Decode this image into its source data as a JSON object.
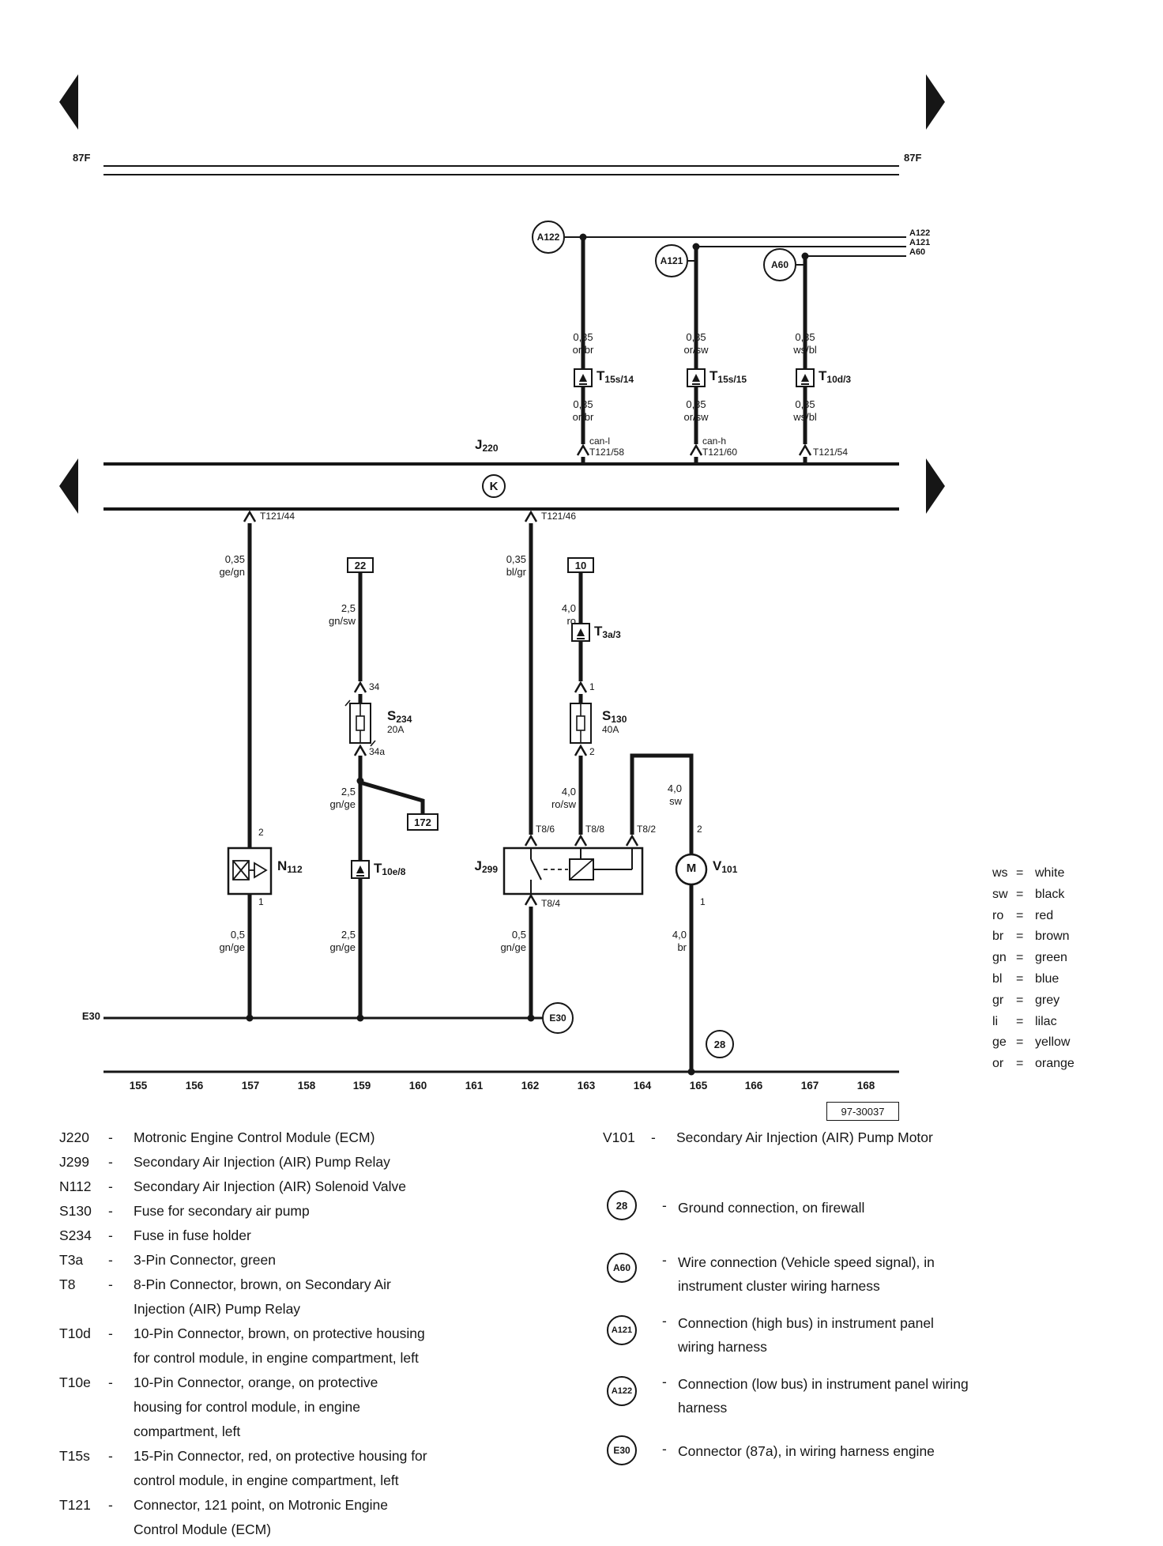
{
  "header": {
    "left_87f": "87F",
    "right_87f": "87F"
  },
  "can": {
    "circle_a122": "A122",
    "circle_a121": "A121",
    "circle_a60": "A60",
    "stack": [
      "A122",
      "A121",
      "A60"
    ],
    "w1_above": "0,35\nor/br",
    "w2_above": "0,35\nor/sw",
    "w3_above": "0,35\nws/bl",
    "conn1_main": "T",
    "conn1_sub": "15s/14",
    "conn2_main": "T",
    "conn2_sub": "15s/15",
    "conn3_main": "T",
    "conn3_sub": "10d/3",
    "w1_below": "0,35\nor/br",
    "w2_below": "0,35\nor/sw",
    "w3_below": "0,35\nws/bl",
    "pin1": "can-l\nT121/58",
    "pin2": "can-h\nT121/60",
    "pin3": "T121/54"
  },
  "ecm": {
    "j_main": "J",
    "j_sub": "220",
    "k": "K",
    "pin_left": "T121/44",
    "pin_right": "T121/46"
  },
  "n112": {
    "wire_top": "0,35\nge/gn",
    "pin_top": "2",
    "main": "N",
    "sub": "112",
    "pin_bottom": "1",
    "wire_bottom": "0,5\ngn/ge"
  },
  "s234": {
    "ref22": "22",
    "wire1": "2,5\ngn/sw",
    "pin34": "34",
    "main": "S",
    "sub": "234",
    "amp": "20A",
    "pin34a": "34a",
    "wire2": "2,5\ngn/ge",
    "ref172": "172",
    "conn_main": "T",
    "conn_sub": "10e/8",
    "wire3": "2,5\ngn/ge"
  },
  "relayctl": {
    "wire": "0,35\nbl/gr"
  },
  "s130": {
    "ref10": "10",
    "wire1": "4,0\nro",
    "conn_main": "T",
    "conn_sub": "3a/3",
    "pin1": "1",
    "main": "S",
    "sub": "130",
    "amp": "40A",
    "pin2": "2",
    "wire2": "4,0\nro/sw"
  },
  "relay": {
    "main": "J",
    "sub": "299",
    "t86": "T8/6",
    "t88": "T8/8",
    "t82": "T8/2",
    "t84": "T8/4",
    "wire_below": "0,5\ngn/ge"
  },
  "motor": {
    "wire_bridge": "4,0\nsw",
    "pin_top": "2",
    "main": "V",
    "sub": "101",
    "m": "M",
    "pin_bottom": "1",
    "wire_below": "4,0\nbr",
    "ground": "28"
  },
  "e30": {
    "left_label": "E30",
    "circle": "E30"
  },
  "grid": {
    "numbers": [
      "155",
      "156",
      "157",
      "158",
      "159",
      "160",
      "161",
      "162",
      "163",
      "164",
      "165",
      "166",
      "167",
      "168"
    ],
    "ref": "97-30037"
  },
  "colors": {
    "eq": "=",
    "items": [
      {
        "abbr": "ws",
        "name": "white"
      },
      {
        "abbr": "sw",
        "name": "black"
      },
      {
        "abbr": "ro",
        "name": "red"
      },
      {
        "abbr": "br",
        "name": "brown"
      },
      {
        "abbr": "gn",
        "name": "green"
      },
      {
        "abbr": "bl",
        "name": "blue"
      },
      {
        "abbr": "gr",
        "name": "grey"
      },
      {
        "abbr": "li",
        "name": "lilac"
      },
      {
        "abbr": "ge",
        "name": "yellow"
      },
      {
        "abbr": "or",
        "name": "orange"
      }
    ]
  },
  "legend": {
    "dash": "-",
    "left": [
      {
        "key": "J220",
        "desc": "Motronic Engine Control Module (ECM)"
      },
      {
        "key": "J299",
        "desc": "Secondary Air Injection (AIR) Pump Relay"
      },
      {
        "key": "N112",
        "desc": "Secondary Air Injection (AIR) Solenoid Valve"
      },
      {
        "key": "S130",
        "desc": "Fuse for secondary air pump"
      },
      {
        "key": "S234",
        "desc": "Fuse in fuse holder"
      },
      {
        "key": "T3a",
        "desc": "3-Pin Connector, green"
      },
      {
        "key": "T8",
        "desc": "8-Pin Connector, brown, on Secondary Air\nInjection (AIR) Pump Relay"
      },
      {
        "key": "T10d",
        "desc": "10-Pin Connector, brown, on protective housing\nfor control module, in engine compartment, left"
      },
      {
        "key": "T10e",
        "desc": "10-Pin Connector, orange, on protective\nhousing for control module, in engine\ncompartment, left"
      },
      {
        "key": "T15s",
        "desc": "15-Pin Connector, red, on protective housing for\ncontrol module, in engine compartment, left"
      },
      {
        "key": "T121",
        "desc": "Connector, 121 point, on Motronic Engine\nControl Module (ECM)"
      }
    ],
    "v101": {
      "key": "V101",
      "desc": "Secondary Air Injection (AIR) Pump Motor"
    },
    "circles": [
      {
        "key": "28",
        "desc": "Ground connection, on firewall"
      },
      {
        "key": "A60",
        "desc": "Wire connection (Vehicle speed signal), in\ninstrument cluster wiring harness"
      },
      {
        "key": "A121",
        "desc": "Connection (high bus) in instrument panel\nwiring harness"
      },
      {
        "key": "A122",
        "desc": "Connection (low bus) in instrument panel wiring\nharness"
      },
      {
        "key": "E30",
        "desc": "Connector (87a), in wiring harness engine"
      }
    ]
  }
}
